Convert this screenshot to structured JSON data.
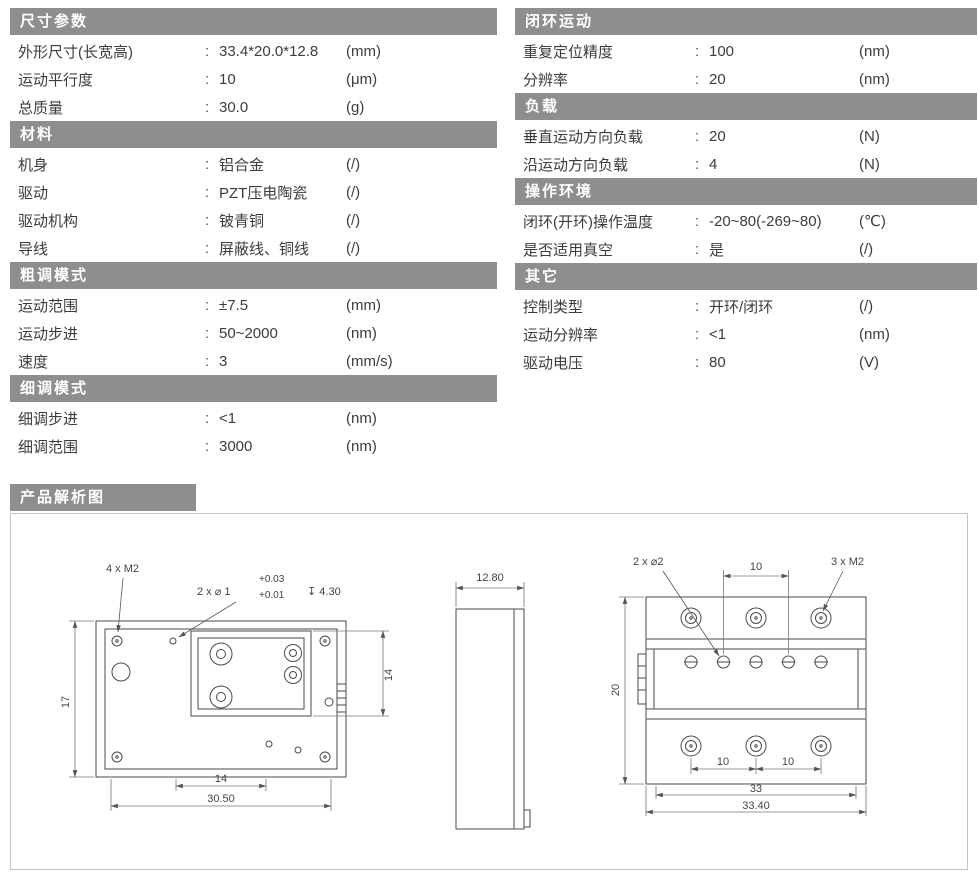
{
  "colors": {
    "section_header_bg": "#8e8e8e",
    "section_header_text": "#ffffff",
    "body_text": "#3c3c3c",
    "drawing_line": "#4a4a4a"
  },
  "misc": {
    "colon": ":"
  },
  "specs_left": [
    {
      "title": "尺寸参数",
      "rows": [
        {
          "label": "外形尺寸(长宽高)",
          "value": "33.4*20.0*12.8",
          "unit": "(mm)"
        },
        {
          "label": "运动平行度",
          "value": "10",
          "unit": "(μm)"
        },
        {
          "label": "总质量",
          "value": "30.0",
          "unit": "(g)"
        }
      ]
    },
    {
      "title": "材料",
      "rows": [
        {
          "label": "机身",
          "value": "铝合金",
          "unit": "(/)"
        },
        {
          "label": "驱动",
          "value": "PZT压电陶瓷",
          "unit": "(/)"
        },
        {
          "label": "驱动机构",
          "value": "铍青铜",
          "unit": "(/)"
        },
        {
          "label": "导线",
          "value": "屏蔽线、铜线",
          "unit": "(/)"
        }
      ]
    },
    {
      "title": "粗调模式",
      "rows": [
        {
          "label": "运动范围",
          "value": "±7.5",
          "unit": "(mm)"
        },
        {
          "label": "运动步进",
          "value": "50~2000",
          "unit": "(nm)"
        },
        {
          "label": "速度",
          "value": "3",
          "unit": "(mm/s)"
        }
      ]
    },
    {
      "title": "细调模式",
      "rows": [
        {
          "label": "细调步进",
          "value": "<1",
          "unit": "(nm)"
        },
        {
          "label": "细调范围",
          "value": "3000",
          "unit": "(nm)"
        }
      ]
    }
  ],
  "specs_right": [
    {
      "title": "闭环运动",
      "rows": [
        {
          "label": "重复定位精度",
          "value": "100",
          "unit": "(nm)"
        },
        {
          "label": "分辨率",
          "value": "20",
          "unit": "(nm)"
        }
      ]
    },
    {
      "title": "负载",
      "rows": [
        {
          "label": "垂直运动方向负载",
          "value": "20",
          "unit": "(N)"
        },
        {
          "label": "沿运动方向负载",
          "value": "4",
          "unit": "(N)"
        }
      ]
    },
    {
      "title": "操作环境",
      "rows": [
        {
          "label": "闭环(开环)操作温度",
          "value": "-20~80(-269~80)",
          "unit": "(℃)"
        },
        {
          "label": "是否适用真空",
          "value": "是",
          "unit": "(/)"
        }
      ]
    },
    {
      "title": "其它",
      "rows": [
        {
          "label": "控制类型",
          "value": "开环/闭环",
          "unit": "(/)"
        },
        {
          "label": "运动分辨率",
          "value": "<1",
          "unit": "(nm)"
        },
        {
          "label": "驱动电压",
          "value": "80",
          "unit": "(V)"
        }
      ]
    }
  ],
  "diagram": {
    "title": "产品解析图",
    "front": {
      "ann_m2": "4 x M2",
      "ann_hole": "2 x ⌀ 1",
      "tol_top": "+0.03",
      "tol_bot": "+0.01",
      "depth": "↧ 4.30",
      "dim_height": "17",
      "dim_carriage": "14",
      "dim_inner": "14",
      "dim_width": "30.50"
    },
    "side": {
      "dim_width": "12.80"
    },
    "top": {
      "ann_hole": "2 x ⌀2",
      "dim_pitch": "10",
      "ann_m2": "3 x M2",
      "dim_height": "20",
      "dim_b1": "10",
      "dim_b2": "10",
      "dim_inner": "33",
      "dim_outer": "33.40"
    }
  }
}
